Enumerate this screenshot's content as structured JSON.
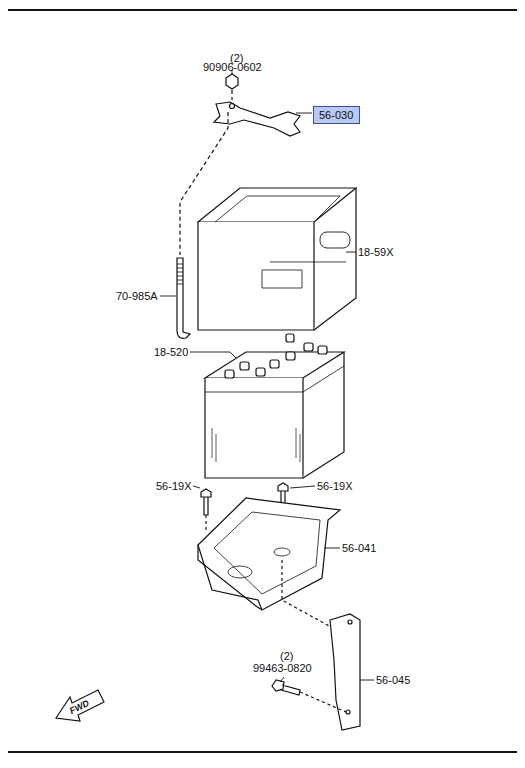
{
  "diagram": {
    "nodes": [
      {
        "text": [
          "56-030"
        ]
      }
    ],
    "labels": [
      "(2)",
      "90906-0602",
      "18-59X",
      "70-985A",
      "18-520",
      "56-19X",
      "56-19X",
      "56-041",
      "(2)",
      "99463-0820",
      "56-045",
      "FWD"
    ]
  }
}
